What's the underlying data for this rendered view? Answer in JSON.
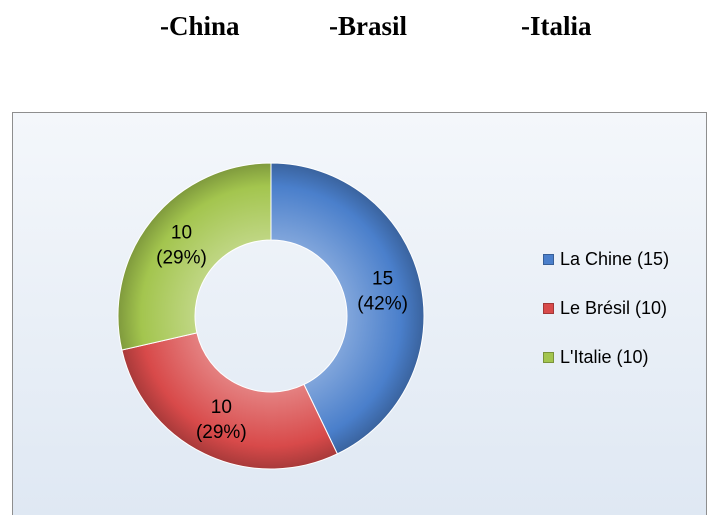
{
  "header": {
    "labels": [
      "-China",
      "-Brasil",
      "-Italia"
    ]
  },
  "colors": {
    "blue": "#4a7fcb",
    "red": "#d84a4a",
    "green": "#a3c54e"
  },
  "chart_data": {
    "type": "pie",
    "variant": "donut",
    "categories": [
      "La Chine",
      "Le Brésil",
      "L'Italie"
    ],
    "values": [
      15,
      10,
      10
    ],
    "percent_labels": [
      "(42%)",
      "(29%)",
      "(29%)"
    ],
    "legend_entries": [
      "La Chine (15)",
      "Le Brésil (10)",
      "L'Italie (10)"
    ],
    "legend_position": "right",
    "colors": [
      "#4a7fcb",
      "#d84a4a",
      "#a3c54e"
    ]
  }
}
